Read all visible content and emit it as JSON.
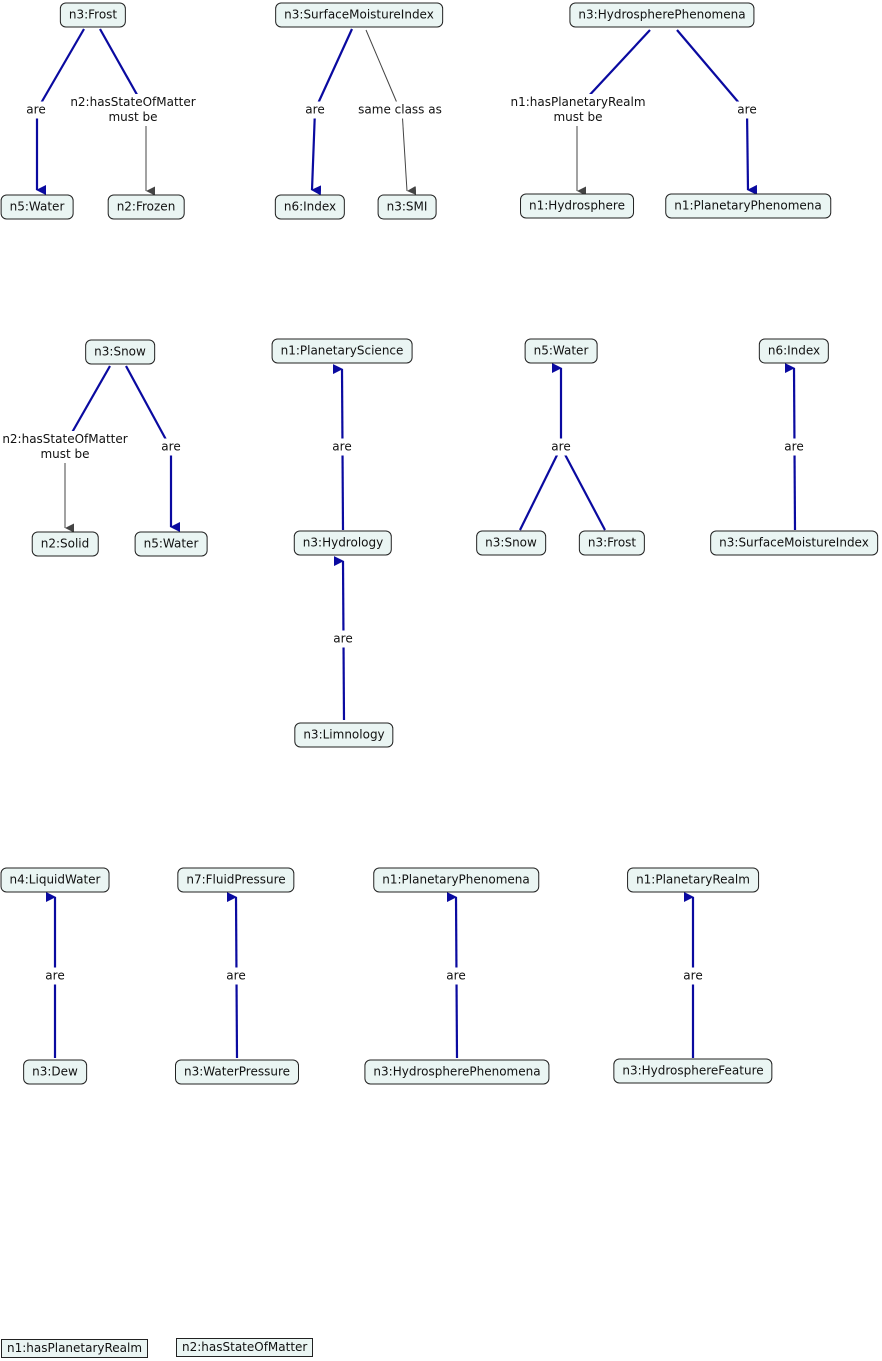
{
  "nodes": {
    "frost": "n3:Frost",
    "water1": "n5:Water",
    "frozen": "n2:Frozen",
    "smi_full": "n3:SurfaceMoistureIndex",
    "index1": "n6:Index",
    "smi": "n3:SMI",
    "hp": "n3:HydrospherePhenomena",
    "hydrosphere": "n1:Hydrosphere",
    "planphen1": "n1:PlanetaryPhenomena",
    "snow1": "n3:Snow",
    "solid": "n2:Solid",
    "water2": "n5:Water",
    "planscience": "n1:PlanetaryScience",
    "hydrology": "n3:Hydrology",
    "limnology": "n3:Limnology",
    "water3": "n5:Water",
    "snow2": "n3:Snow",
    "frost2": "n3:Frost",
    "index2": "n6:Index",
    "smi_full2": "n3:SurfaceMoistureIndex",
    "liquidwater": "n4:LiquidWater",
    "dew": "n3:Dew",
    "fluidpressure": "n7:FluidPressure",
    "waterpressure": "n3:WaterPressure",
    "planphen2": "n1:PlanetaryPhenomena",
    "hp2": "n3:HydrospherePhenomena",
    "planrealm": "n1:PlanetaryRealm",
    "hfeature": "n3:HydrosphereFeature"
  },
  "links": {
    "are": "are",
    "has_state_line1": "n2:hasStateOfMatter",
    "has_realm_line1": "n1:hasPlanetaryRealm",
    "must_be": "must be",
    "same_class": "same class as"
  },
  "legend": [
    "n1:hasPlanetaryRealm",
    "n2:hasStateOfMatter"
  ],
  "colors": {
    "subclass_edge": "#0a0aa0",
    "property_edge": "#444444",
    "node_fill": "#eaf5f3"
  }
}
